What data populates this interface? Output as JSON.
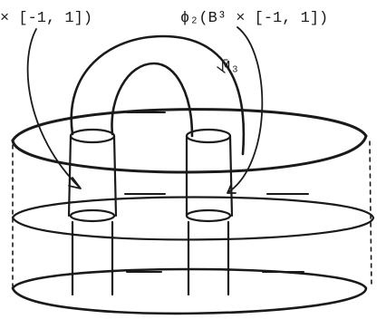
{
  "figure": {
    "label_left": "× [-1, 1])",
    "label_right": "ϕ₂(B³ × [-1, 1])",
    "label_m3": "M̄₃"
  }
}
